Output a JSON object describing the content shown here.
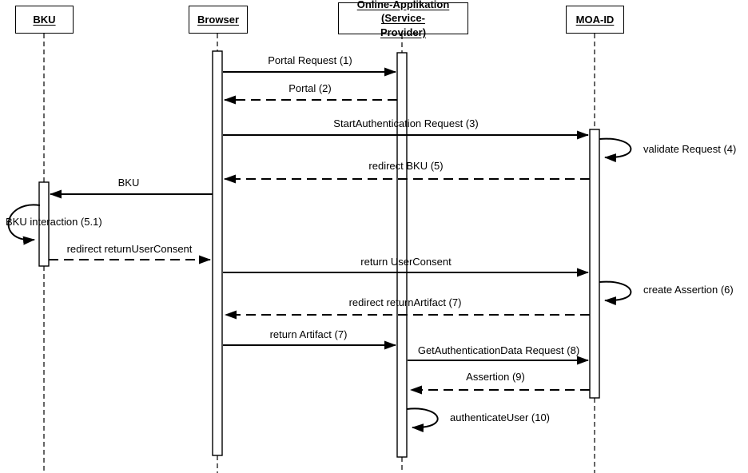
{
  "colors": {
    "line": "#000000",
    "background": "#ffffff",
    "text": "#000000"
  },
  "diagram": {
    "type": "uml-sequence-diagram",
    "actors": [
      {
        "id": "bku",
        "label": "BKU"
      },
      {
        "id": "browser",
        "label": "Browser"
      },
      {
        "id": "online-applikation",
        "label": "Online-Applikation (Service-Provider)",
        "label_lines": [
          "Online-Applikation (Service-",
          "Provider)"
        ]
      },
      {
        "id": "moa-id",
        "label": "MOA-ID"
      }
    ],
    "messages": [
      {
        "label": "Portal Request (1)",
        "from": "Browser",
        "to": "Online-Applikation (Service-Provider)",
        "line": "solid"
      },
      {
        "label": "Portal (2)",
        "from": "Online-Applikation (Service-Provider)",
        "to": "Browser",
        "line": "dashed"
      },
      {
        "label": "StartAuthentication Request (3)",
        "from": "Browser",
        "to": "MOA-ID",
        "line": "solid"
      },
      {
        "label": "validate Request (4)",
        "from": "MOA-ID",
        "to": "MOA-ID",
        "line": "self"
      },
      {
        "label": "redirect BKU (5)",
        "from": "MOA-ID",
        "to": "Browser",
        "line": "dashed"
      },
      {
        "label": "BKU",
        "from": "Browser",
        "to": "BKU",
        "line": "solid"
      },
      {
        "label": "BKU interaction (5.1)",
        "from": "BKU",
        "to": "BKU",
        "line": "self"
      },
      {
        "label": "redirect returnUserConsent",
        "from": "BKU",
        "to": "Browser",
        "line": "dashed"
      },
      {
        "label": "return UserConsent",
        "from": "Browser",
        "to": "MOA-ID",
        "line": "solid"
      },
      {
        "label": "create Assertion (6)",
        "from": "MOA-ID",
        "to": "MOA-ID",
        "line": "self"
      },
      {
        "label": "redirect returnArtifact (7)",
        "from": "MOA-ID",
        "to": "Browser",
        "line": "dashed"
      },
      {
        "label": "return Artifact (7)",
        "from": "Browser",
        "to": "Online-Applikation (Service-Provider)",
        "line": "solid"
      },
      {
        "label": "GetAuthenticationData Request (8)",
        "from": "Online-Applikation (Service-Provider)",
        "to": "MOA-ID",
        "line": "solid"
      },
      {
        "label": "Assertion (9)",
        "from": "MOA-ID",
        "to": "Online-Applikation (Service-Provider)",
        "line": "dashed"
      },
      {
        "label": "authenticateUser (10)",
        "from": "Online-Applikation (Service-Provider)",
        "to": "Online-Applikation (Service-Provider)",
        "line": "self"
      }
    ]
  }
}
